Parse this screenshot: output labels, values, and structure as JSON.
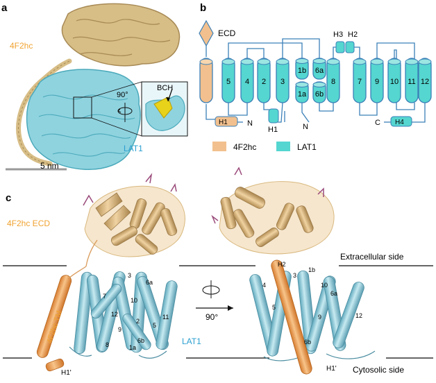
{
  "panels": {
    "a": {
      "letter": "a",
      "label_4f2hc": "4F2hc",
      "label_lat1": "LAT1",
      "label_bch": "BCH",
      "rotation": "90°",
      "scale_bar": "5 nm"
    },
    "b": {
      "letter": "b",
      "label_ecd": "ECD",
      "helices": [
        "5",
        "4",
        "2",
        "3",
        "1b",
        "6a",
        "1a",
        "6b",
        "8",
        "7",
        "9",
        "10",
        "11",
        "12"
      ],
      "small_helices": [
        "H3",
        "H2",
        "H1",
        "H1",
        "H4"
      ],
      "label_n1": "N",
      "label_n2": "N",
      "label_c": "C",
      "legend": [
        {
          "label": "4F2hc",
          "color": "#f2c08e"
        },
        {
          "label": "LAT1",
          "color": "#55d6d0"
        }
      ]
    },
    "c": {
      "letter": "c",
      "label_ecd": "4F2hc ECD",
      "label_tm": "4F2hc TM",
      "label_lat1": "LAT1",
      "label_extracellular": "Extracellular side",
      "label_cytosolic": "Cytosolic side",
      "rotation": "90°",
      "label_h1prime_left": "H1'",
      "label_h1prime_right": "H1'",
      "left_numbers": [
        "3",
        "6a",
        "12",
        "10",
        "11",
        "7",
        "2",
        "5",
        "8",
        "6b",
        "1a",
        "9"
      ],
      "right_numbers": [
        "H2",
        "1b",
        "3",
        "4",
        "10",
        "6a",
        "5",
        "9",
        "12",
        "6b"
      ]
    }
  },
  "colors": {
    "tan": "#d9b87e",
    "tan_dark": "#b58f55",
    "cyan": "#8fd3df",
    "cyan_dark": "#4aa9ba",
    "orange_panel": "#f2c08e",
    "cyan_panel": "#55d6d0",
    "connector": "#3b80b8",
    "text_orange": "#f0a330",
    "text_cyan": "#2a9fd0"
  }
}
